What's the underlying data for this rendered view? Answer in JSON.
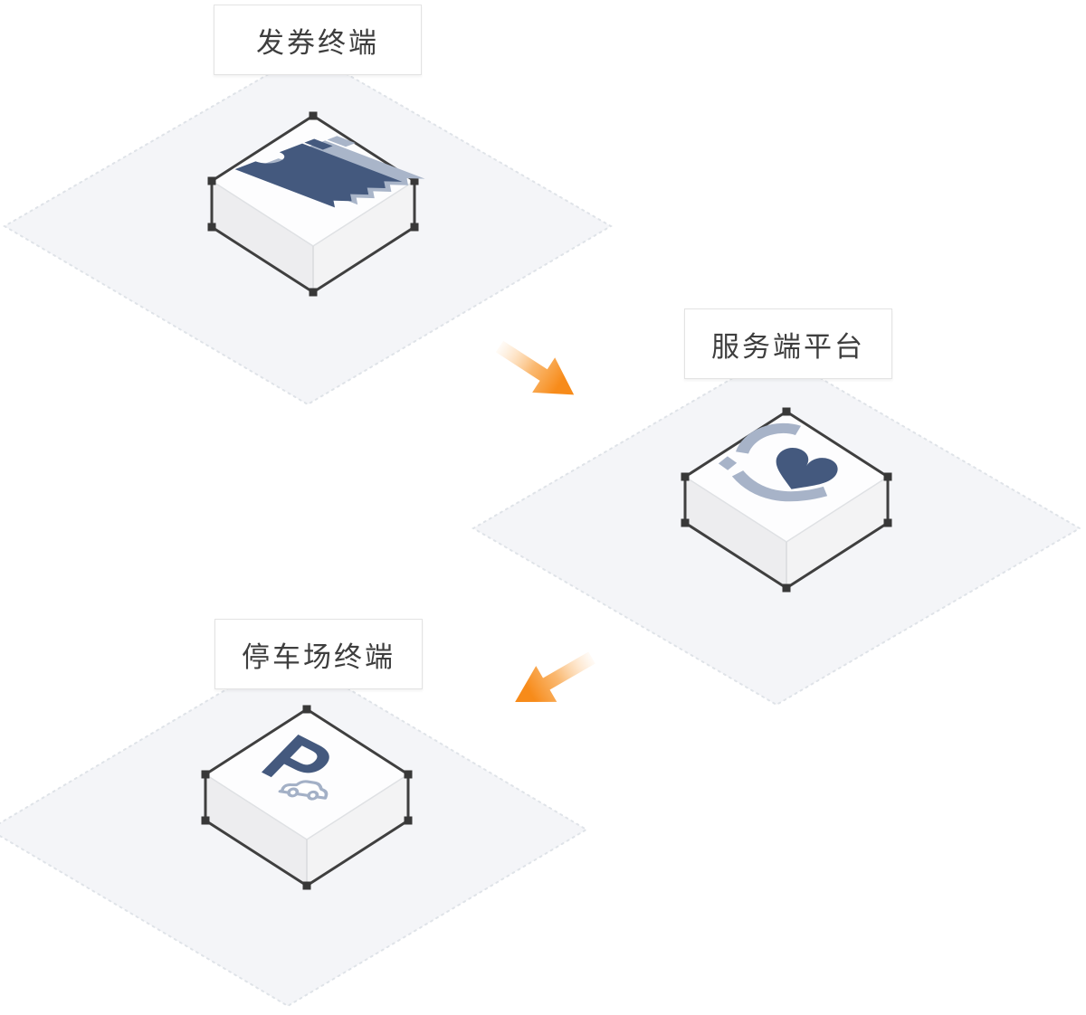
{
  "diagram": {
    "type": "isometric-flow",
    "nodes": [
      {
        "id": "issuing-terminal",
        "label": "发券终端",
        "icon": "coupon-ticket-icon"
      },
      {
        "id": "server-platform",
        "label": "服务端平台",
        "icon": "heart-service-icon"
      },
      {
        "id": "parking-terminal",
        "label": "停车场终端",
        "icon": "parking-p-car-icon"
      }
    ],
    "flows": [
      {
        "from": "发券终端",
        "to": "服务端平台"
      },
      {
        "from": "服务端平台",
        "to": "停车场终端"
      }
    ],
    "colors": {
      "background": "#ffffff",
      "platform_fill": "#f4f5f8",
      "platform_dotted_border": "#dfe3e8",
      "cube_top": "#fdfdfe",
      "cube_side_left": "#ededef",
      "cube_side_right": "#f3f3f4",
      "cube_edge_dark": "#3f3f3f",
      "icon_navy": "#44597e",
      "icon_gray_blue": "#a7b3c8",
      "arrow_orange": "#f78b1a",
      "label_text": "#3e3e3e",
      "label_border": "#e3e3e3"
    }
  }
}
